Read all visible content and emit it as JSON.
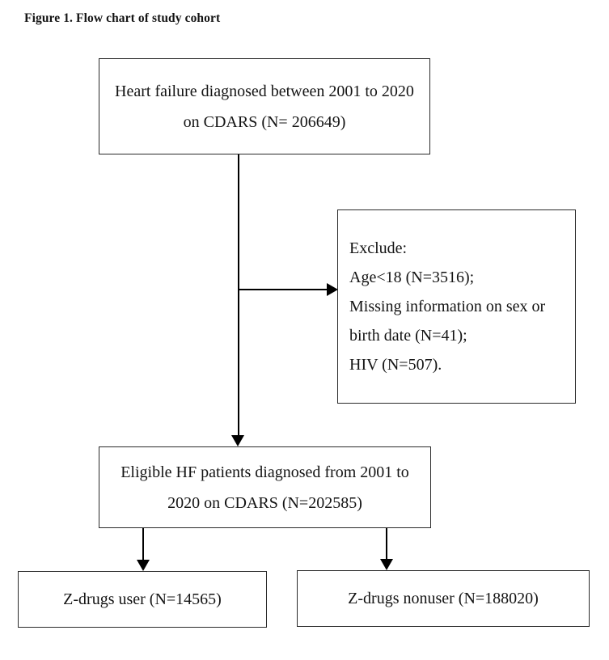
{
  "title": "Figure 1. Flow chart of study cohort",
  "flowchart": {
    "top_box": {
      "lines": [
        "Heart failure diagnosed between 2001 to 2020",
        "on CDARS (N= 206649)"
      ]
    },
    "exclude_box": {
      "lines": [
        "Exclude:",
        "Age<18 (N=3516);",
        "Missing information on sex or",
        "birth date (N=41);",
        "HIV (N=507)."
      ]
    },
    "eligible_box": {
      "lines": [
        "Eligible HF patients diagnosed from 2001 to",
        "2020 on CDARS (N=202585)"
      ]
    },
    "user_box": {
      "label": "Z-drugs user (N=14565)"
    },
    "nonuser_box": {
      "label": "Z-drugs nonuser (N=188020)"
    }
  },
  "colors": {
    "background": "#ffffff",
    "box_border": "#2a2a2a",
    "text": "#141414",
    "connector": "#000000"
  }
}
